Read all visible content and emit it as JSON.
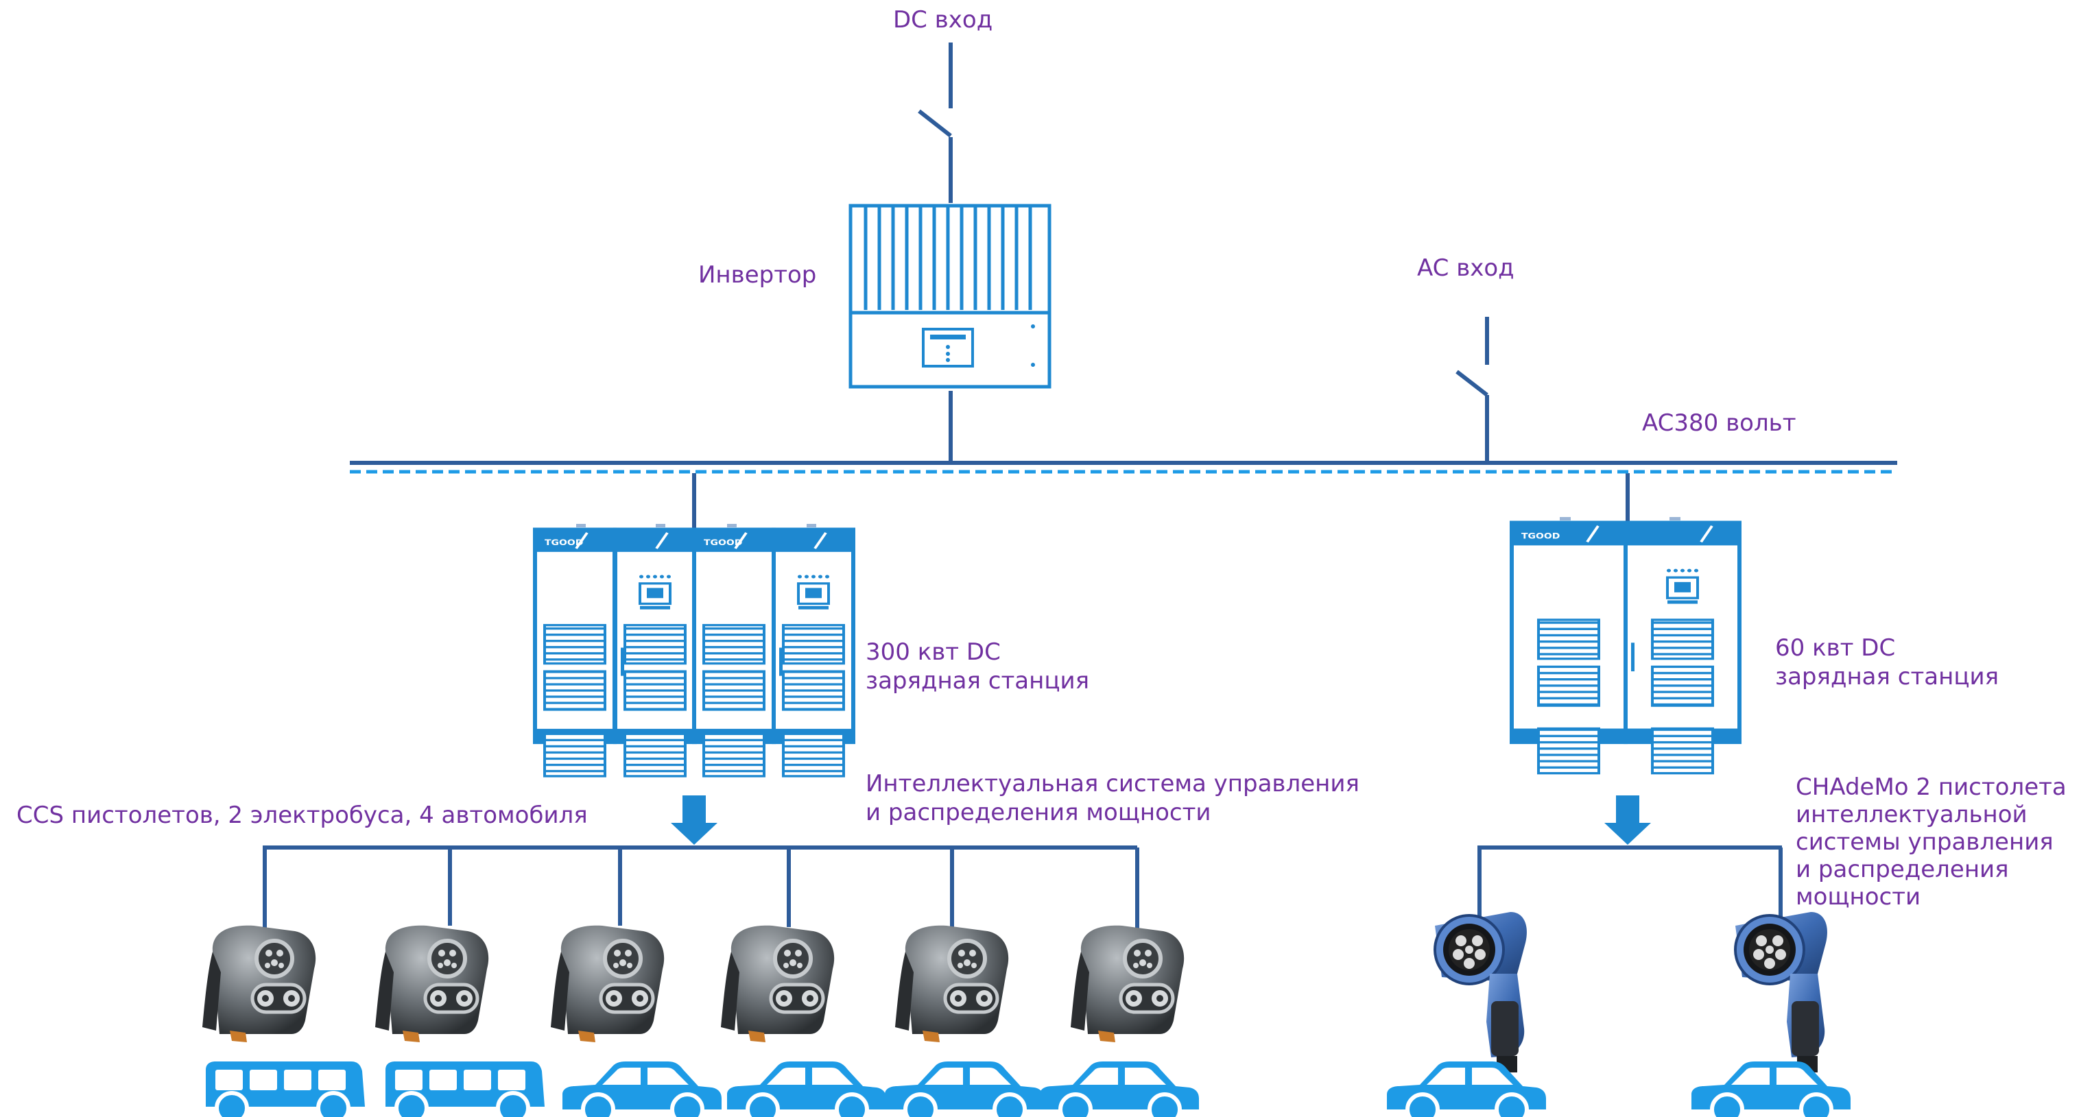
{
  "labels": {
    "dc_input": "DC вход",
    "inverter": "Инвертор",
    "ac_input": "AC вход",
    "ac380": "AC380 вольт",
    "station_300": "300 квт DC\nзарядная станция",
    "station_60": "60 квт DC\nзарядная станция",
    "ccs_guns": "CCS пистолетов, 2 электробуса, 4 автомобиля",
    "intelligent_system": "Интеллектуальная система управления\nи распределения мощности",
    "chademo": "CHAdeMo 2 пистолета\nинтеллектуальной\nсистемы управления\nи распределения\nмощности"
  },
  "equipment": {
    "brand_plate": "TGOOD"
  },
  "vehicles": [
    "bus",
    "bus",
    "car",
    "car",
    "car",
    "car",
    "car",
    "car"
  ],
  "colors": {
    "line": "#2E5C9A",
    "cabinet": "#1E88D0",
    "vehicle": "#1E9BE6",
    "text": "#7030A0",
    "plug_gray": "#5F6569",
    "plug_blue": "#3D6BB3"
  },
  "icons": {
    "switch": "switch-icon",
    "inverter": "inverter-icon",
    "charging_cabinet": "charging-cabinet-icon",
    "ccs_plug": "ccs-plug-icon",
    "chademo_plug": "chademo-plug-icon",
    "bus": "bus-icon",
    "car": "car-icon",
    "arrow": "arrow-down-icon"
  }
}
